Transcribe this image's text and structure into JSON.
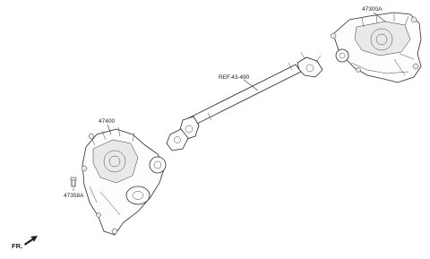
{
  "diagram": {
    "labels": {
      "transfer_case_upper": "47300A",
      "reference": "REF.43-490",
      "transfer_case_lower": "47400",
      "bolt": "47358A",
      "front_indicator": "FR."
    }
  }
}
